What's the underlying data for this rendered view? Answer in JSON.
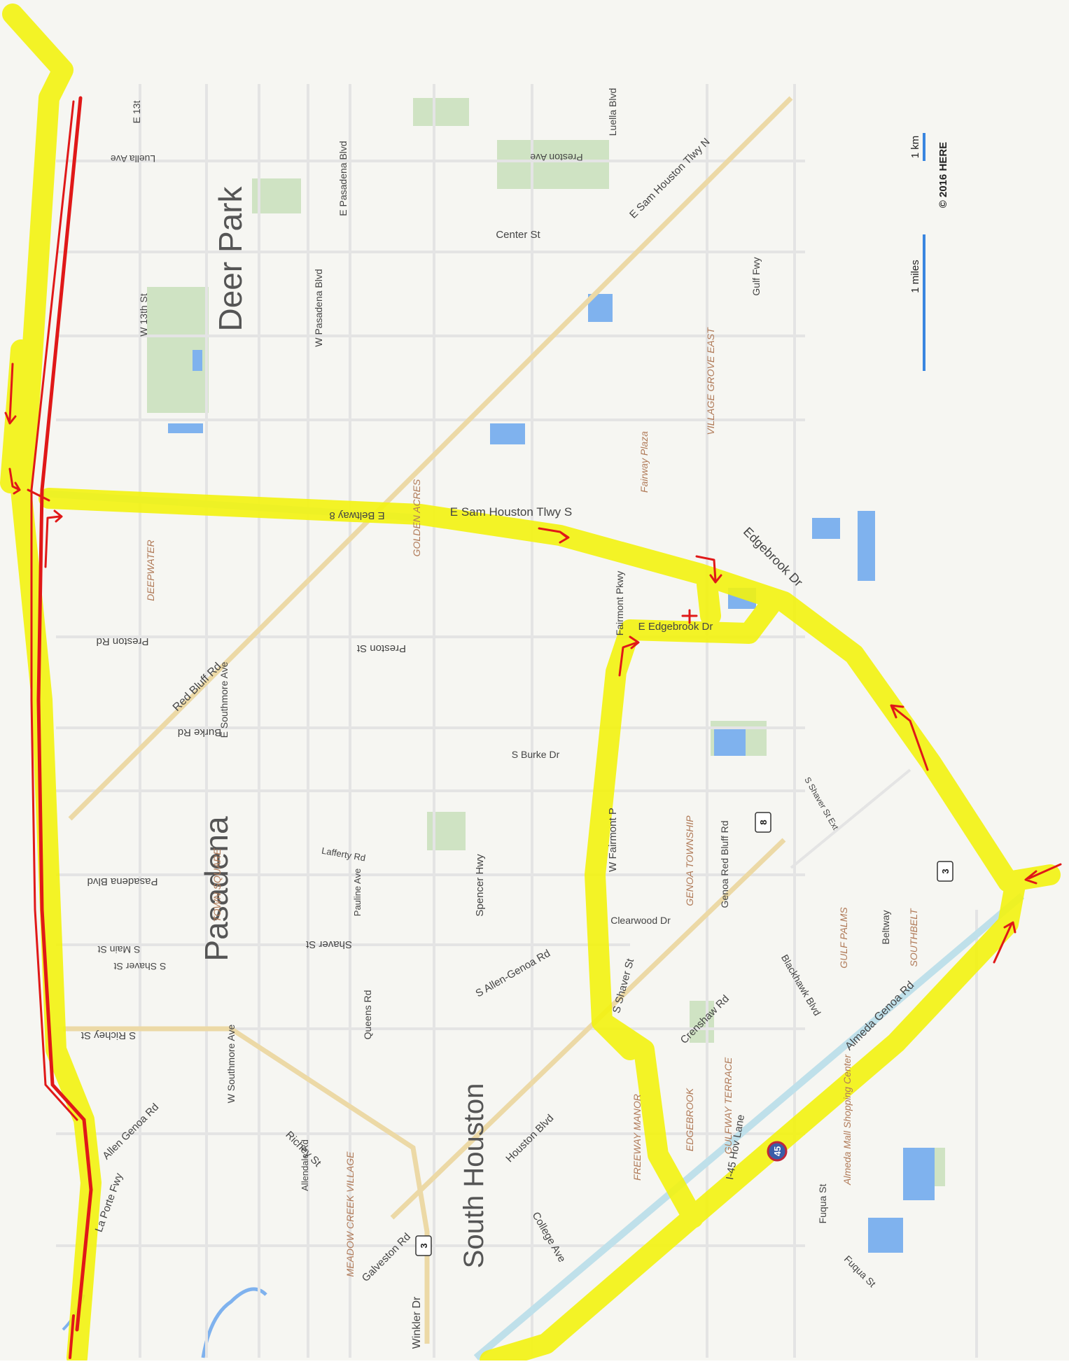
{
  "map": {
    "colors": {
      "background": "#f6f6f2",
      "major_road": "#ecd9a6",
      "minor_road": "#e4e4e4",
      "water": "#7fb2ee",
      "park": "#cfe3c3",
      "highway": "#bfe0ea",
      "highlight": "#f3f310",
      "route_red": "#e01818",
      "label": "#555555",
      "district_label": "#b07a58"
    },
    "rotation": "90",
    "labels": {
      "cities": [
        {
          "text": "Deer Park"
        },
        {
          "text": "Pasadena"
        },
        {
          "text": "South Houston"
        }
      ],
      "districts": [
        {
          "text": "DEEPWATER"
        },
        {
          "text": "GOLDEN ACRES"
        },
        {
          "text": "TOWN SQUARE"
        },
        {
          "text": "VILLAGE GROVE EAST"
        },
        {
          "text": "GENOA TOWNSHIP"
        },
        {
          "text": "GULF PALMS"
        },
        {
          "text": "SOUTHBELT"
        },
        {
          "text": "EDGEBROOK"
        },
        {
          "text": "GULFWAY TERRACE"
        },
        {
          "text": "FREEWAY MANOR"
        },
        {
          "text": "MEADOW CREEK VILLAGE"
        }
      ],
      "pois": [
        {
          "text": "Fairway Plaza"
        },
        {
          "text": "Almeda Mall Shopping Center"
        }
      ],
      "roads": [
        {
          "text": "La Porte Fwy"
        },
        {
          "text": "Allen Genoa Rd"
        },
        {
          "text": "S Richey St"
        },
        {
          "text": "S Shaver St"
        },
        {
          "text": "S Main St"
        },
        {
          "text": "Pasadena Blvd"
        },
        {
          "text": "Burke Rd"
        },
        {
          "text": "Preston Rd"
        },
        {
          "text": "Luella Ave"
        },
        {
          "text": "E 13t"
        },
        {
          "text": "W 13th St"
        },
        {
          "text": "Red Bluff Rd"
        },
        {
          "text": "W Southmore Ave"
        },
        {
          "text": "Richey St"
        },
        {
          "text": "E Southmore Ave"
        },
        {
          "text": "Allendale Rd"
        },
        {
          "text": "Queens Rd"
        },
        {
          "text": "Shaver St"
        },
        {
          "text": "Pauline Ave"
        },
        {
          "text": "Lafferty Rd"
        },
        {
          "text": "W Pasadena Blvd"
        },
        {
          "text": "E Pasadena Blvd"
        },
        {
          "text": "Preston St"
        },
        {
          "text": "E Beltway 8"
        },
        {
          "text": "Galveston Rd"
        },
        {
          "text": "Winkler Dr"
        },
        {
          "text": "Spencer Hwy"
        },
        {
          "text": "Center St"
        },
        {
          "text": "S Allen-Genoa Rd"
        },
        {
          "text": "Houston Blvd"
        },
        {
          "text": "College Ave"
        },
        {
          "text": "E Sam Houston Tlwy S"
        },
        {
          "text": "S Burke Dr"
        },
        {
          "text": "Fairmont Pkwy"
        },
        {
          "text": "W Fairmont P"
        },
        {
          "text": "Luella Blvd"
        },
        {
          "text": "Preston Ave"
        },
        {
          "text": "E Sam Houston Tlwy N"
        },
        {
          "text": "E Edgebrook Dr"
        },
        {
          "text": "Edgebrook Dr"
        },
        {
          "text": "S Shaver St"
        },
        {
          "text": "I-45 Hov Lane"
        },
        {
          "text": "Clearwood Dr"
        },
        {
          "text": "Crenshaw Rd"
        },
        {
          "text": "Genoa Red Bluff Rd"
        },
        {
          "text": "Gulf Fwy"
        },
        {
          "text": "S Shaver St Ext"
        },
        {
          "text": "Almeda Genoa Rd"
        },
        {
          "text": "Blackhawk Blvd"
        },
        {
          "text": "Fuqua St"
        },
        {
          "text": "Fuqua St"
        },
        {
          "text": "Beltway"
        }
      ],
      "shields": [
        {
          "text": "3"
        },
        {
          "text": "3"
        },
        {
          "text": "8"
        },
        {
          "text": "45"
        }
      ]
    },
    "scale": {
      "miles_label": "1 miles",
      "km_label": "1 km",
      "copyright": "© 2016 HERE"
    }
  }
}
